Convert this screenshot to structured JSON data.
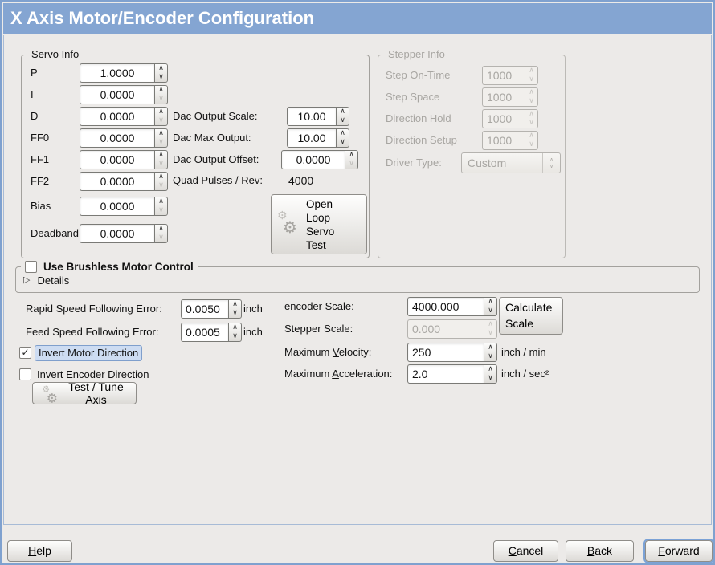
{
  "window": {
    "title": "X Axis Motor/Encoder Configuration"
  },
  "servo_info": {
    "title": "Servo Info",
    "fields": [
      {
        "label": "P",
        "value": "1.0000"
      },
      {
        "label": "I",
        "value": "0.0000"
      },
      {
        "label": "D",
        "value": "0.0000"
      },
      {
        "label": "FF0",
        "value": "0.0000"
      },
      {
        "label": "FF1",
        "value": "0.0000"
      },
      {
        "label": "FF2",
        "value": "0.0000"
      },
      {
        "label": "Bias",
        "value": "0.0000"
      },
      {
        "label": "Deadband",
        "value": "0.0000"
      }
    ]
  },
  "dac": {
    "output_scale_label": "Dac Output Scale:",
    "output_scale": "10.00",
    "max_output_label": "Dac Max Output:",
    "max_output": "10.00",
    "output_offset_label": "Dac Output Offset:",
    "output_offset": "0.0000",
    "quad_pulses_label": "Quad Pulses / Rev:",
    "quad_pulses": "4000"
  },
  "open_loop_button": {
    "label": "Open Loop Servo Test"
  },
  "stepper_info": {
    "title": "Stepper Info",
    "fields": [
      {
        "label": "Step On-Time",
        "value": "1000"
      },
      {
        "label": "Step Space",
        "value": "1000"
      },
      {
        "label": "Direction Hold",
        "value": "1000"
      },
      {
        "label": "Direction Setup",
        "value": "1000"
      }
    ],
    "driver_type_label": "Driver Type:",
    "driver_type_value": "Custom"
  },
  "brushless": {
    "label": "Use Brushless Motor Control",
    "checked": false,
    "details_label": "Details"
  },
  "following_error": {
    "rapid_label": "Rapid Speed Following Error:",
    "rapid_value": "0.0050",
    "rapid_unit": "inch",
    "feed_label": "Feed Speed Following Error:",
    "feed_value": "0.0005",
    "feed_unit": "inch"
  },
  "scales": {
    "encoder_label": "encoder Scale:",
    "encoder_value": "4000.000",
    "calculate_button": "Calculate Scale",
    "stepper_label": "Stepper Scale:",
    "stepper_value": "0.000",
    "velocity_label": "Maximum _Velocity:",
    "velocity_value": "250",
    "velocity_unit": "inch / min",
    "acceleration_label": "Maximum _Acceleration:",
    "acceleration_value": "2.0",
    "acceleration_unit": "inch / sec²"
  },
  "toggles": {
    "invert_motor_label": "Invert Motor Direction",
    "invert_motor_checked": true,
    "invert_encoder_label": "Invert Encoder Direction",
    "invert_encoder_checked": false,
    "test_tune_button": "Test / Tune Axis"
  },
  "footer": {
    "help": "_Help",
    "cancel": "_Cancel",
    "back": "_Back",
    "forward": "_Forward"
  },
  "icons": {
    "check": "✓",
    "expander_collapsed": "▷",
    "gear": "⚙",
    "spin_up": "∧",
    "spin_down": "∨"
  },
  "colors": {
    "titlebar": "#84a5d2",
    "window_border": "#7fa1cf",
    "focus_highlight": "#cddcf2",
    "disabled_text": "#a8a6a2"
  }
}
